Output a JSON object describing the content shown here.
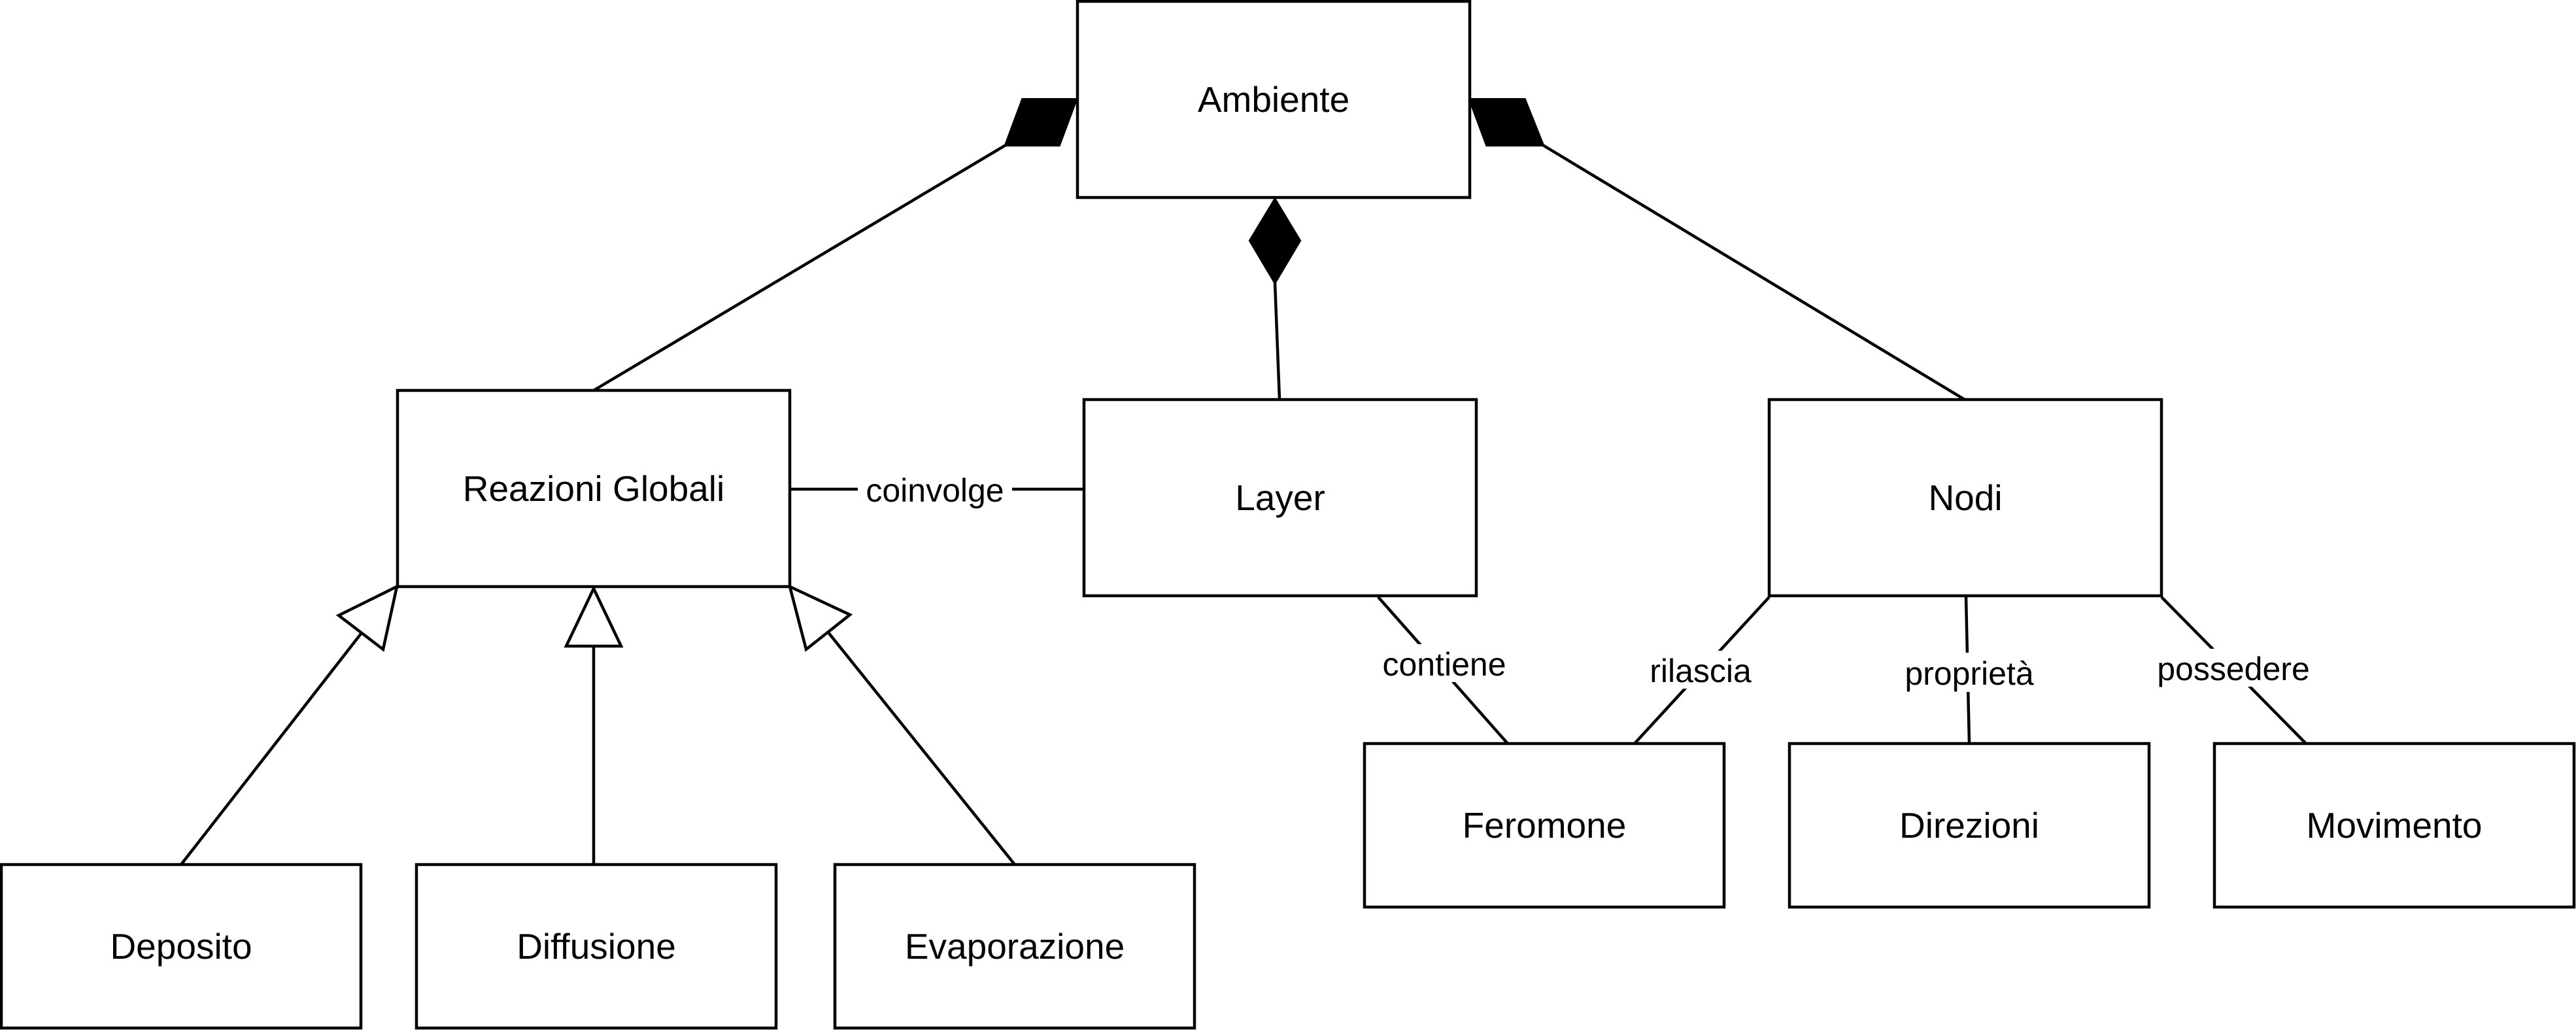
{
  "boxes": {
    "ambiente": "Ambiente",
    "reazioni_globali": "Reazioni Globali",
    "layer": "Layer",
    "nodi": "Nodi",
    "deposito": "Deposito",
    "diffusione": "Diffusione",
    "evaporazione": "Evaporazione",
    "feromone": "Feromone",
    "direzioni": "Direzioni",
    "movimento": "Movimento"
  },
  "edge_labels": {
    "coinvolge": "coinvolge",
    "contiene": "contiene",
    "rilascia": "rilascia",
    "proprieta": "proprietà",
    "possedere": "possedere"
  },
  "relationships": [
    {
      "from": "Ambiente",
      "to": "Reazioni Globali",
      "kind": "composition"
    },
    {
      "from": "Ambiente",
      "to": "Layer",
      "kind": "composition"
    },
    {
      "from": "Ambiente",
      "to": "Nodi",
      "kind": "composition"
    },
    {
      "from": "Deposito",
      "to": "Reazioni Globali",
      "kind": "generalization"
    },
    {
      "from": "Diffusione",
      "to": "Reazioni Globali",
      "kind": "generalization"
    },
    {
      "from": "Evaporazione",
      "to": "Reazioni Globali",
      "kind": "generalization"
    },
    {
      "from": "Reazioni Globali",
      "to": "Layer",
      "kind": "association",
      "label": "coinvolge"
    },
    {
      "from": "Layer",
      "to": "Feromone",
      "kind": "association",
      "label": "contiene"
    },
    {
      "from": "Nodi",
      "to": "Feromone",
      "kind": "association",
      "label": "rilascia"
    },
    {
      "from": "Nodi",
      "to": "Direzioni",
      "kind": "association",
      "label": "proprietà"
    },
    {
      "from": "Nodi",
      "to": "Movimento",
      "kind": "association",
      "label": "possedere"
    }
  ]
}
